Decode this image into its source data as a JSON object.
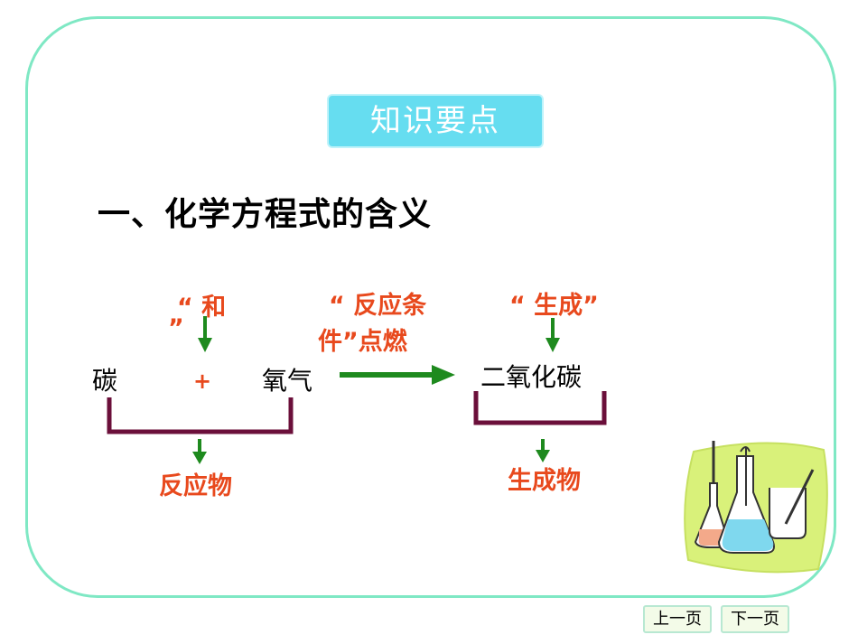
{
  "slide": {
    "title_box": "知识要点",
    "heading": "一、化学方程式的含义"
  },
  "diagram": {
    "label_and_line1": "“ 和",
    "label_and_line2": "”",
    "label_condition_line1": "“ 反应条",
    "label_condition_line2": "件”点燃",
    "label_produce": "“ 生成”",
    "reactant_1": "碳",
    "plus_sign": "+",
    "reactant_2": "氧气",
    "product": "二氧化碳",
    "reactants_label": "反应物",
    "products_label": "生成物"
  },
  "nav": {
    "prev_label": "上一页",
    "next_label": "下一页"
  },
  "colors": {
    "frame": "#7fe8c4",
    "title_box": "#66ddf0",
    "green_arrow": "#1e8a1e",
    "bracket": "#6b0f3a",
    "red_text": "#e8491d"
  }
}
